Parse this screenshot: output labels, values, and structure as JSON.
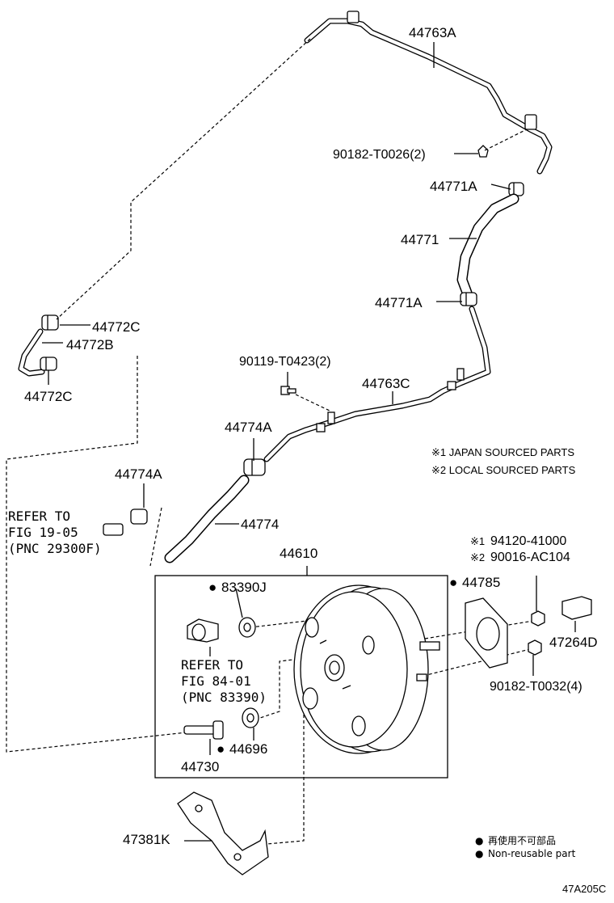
{
  "diagram_code": "47A205C",
  "labels": {
    "p44763A": "44763A",
    "p90182T0026": "90182-T0026(2)",
    "p44771A_top": "44771A",
    "p44771": "44771",
    "p44771A_mid": "44771A",
    "p44772C_top": "44772C",
    "p44772B": "44772B",
    "p44772C_bot": "44772C",
    "p90119T0423": "90119-T0423(2)",
    "p44763C": "44763C",
    "p44774A_right": "44774A",
    "p44774A_left": "44774A",
    "p44774": "44774",
    "p44610": "44610",
    "p83390J": "83390J",
    "p44785": "44785",
    "p94120": "94120-41000",
    "p90016": "90016-AC104",
    "p47264D": "47264D",
    "p90182T0032": "90182-T0032(4)",
    "p44696": "44696",
    "p44730": "44730",
    "p47381K": "47381K"
  },
  "refer_left": [
    "REFER TO",
    "FIG 19-05",
    "(PNC 29300F)"
  ],
  "refer_mid": [
    "REFER TO",
    "FIG 84-01",
    "(PNC 83390)"
  ],
  "marks": {
    "bullet": "●",
    "mark1": "※1",
    "mark2": "※2"
  },
  "notes": {
    "japan": "※1 JAPAN SOURCED PARTS",
    "local": "※2 LOCAL SOURCED PARTS"
  },
  "legend": {
    "jp": "再使用不可部品",
    "en": "Non-reusable part"
  }
}
